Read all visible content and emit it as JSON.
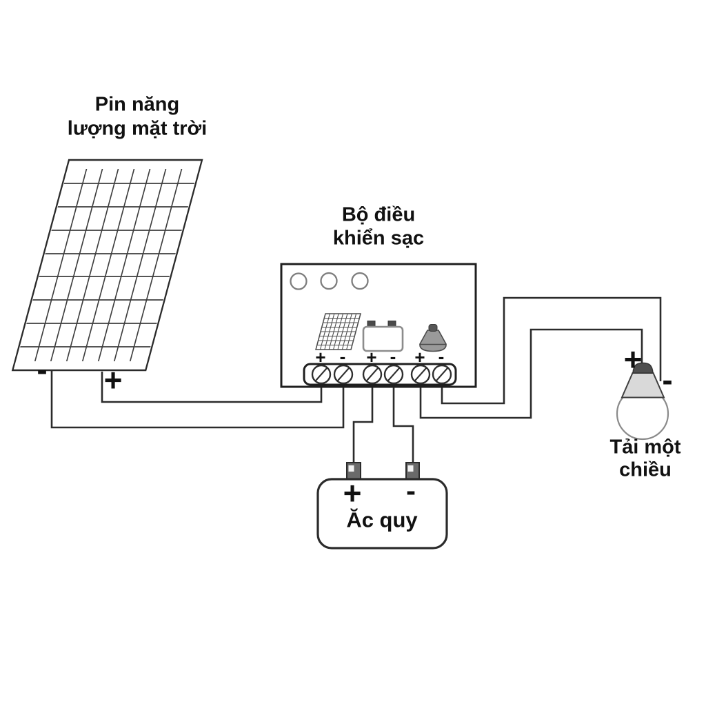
{
  "panel": {
    "label_line1": "Pin năng",
    "label_line2": "lượng mặt trời",
    "minus_sign": "-",
    "plus_sign": "+"
  },
  "controller": {
    "label_line1": "Bộ điều",
    "label_line2": "khiển sạc",
    "terminal_signs": [
      "+",
      "-",
      "+",
      "-",
      "+",
      "-"
    ]
  },
  "battery": {
    "plus_sign": "+",
    "minus_sign": "-",
    "label": "Ăc quy"
  },
  "load": {
    "plus_sign": "+",
    "minus_sign": "-",
    "label_line1": "Tải một",
    "label_line2": "chiều"
  },
  "colors": {
    "background": "#ffffff",
    "line": "#2b2b2b",
    "text": "#111111",
    "gray_outline": "#8a8a8a",
    "dark_gray_fill": "#555555",
    "light_gray_fill": "#d9d9d9"
  }
}
